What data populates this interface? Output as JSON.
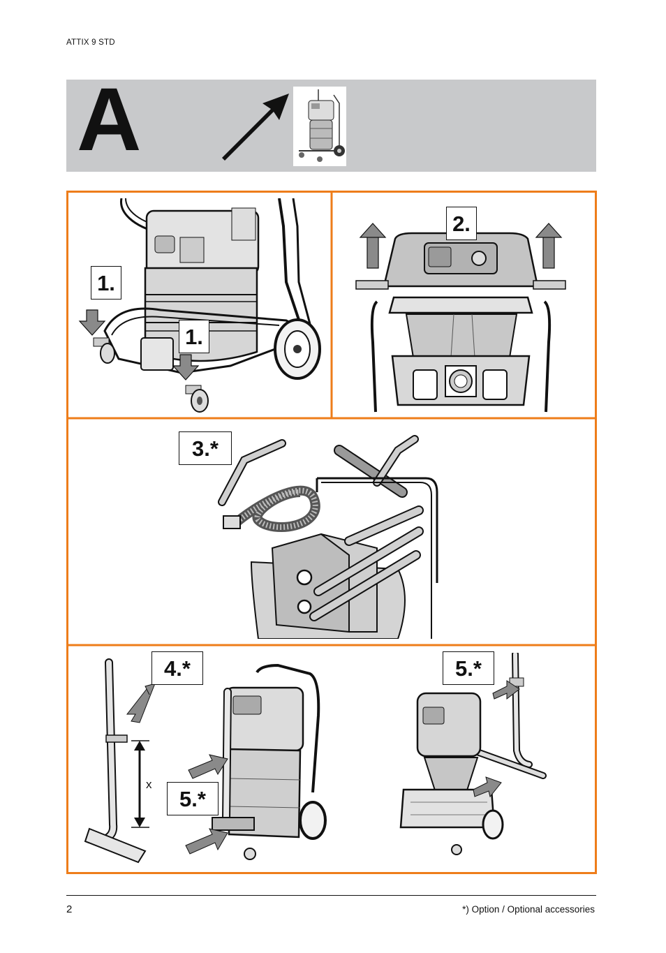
{
  "header": {
    "title": "ATTIX 9 STD"
  },
  "banner": {
    "letter": "A"
  },
  "steps": {
    "p1_a": "1.",
    "p1_b": "1.",
    "p2": "2.",
    "p3": "3.*",
    "p4": "4.*",
    "p5_a": "5.*",
    "p5_b": "5.*"
  },
  "dimension_label": "x",
  "footer": {
    "page_number": "2",
    "footnote": "*) Option / Optional accessories"
  },
  "colors": {
    "frame_orange": "#ee7d1a",
    "banner_gray": "#c8c9cb",
    "arrow_gray": "#8a8a8a"
  }
}
